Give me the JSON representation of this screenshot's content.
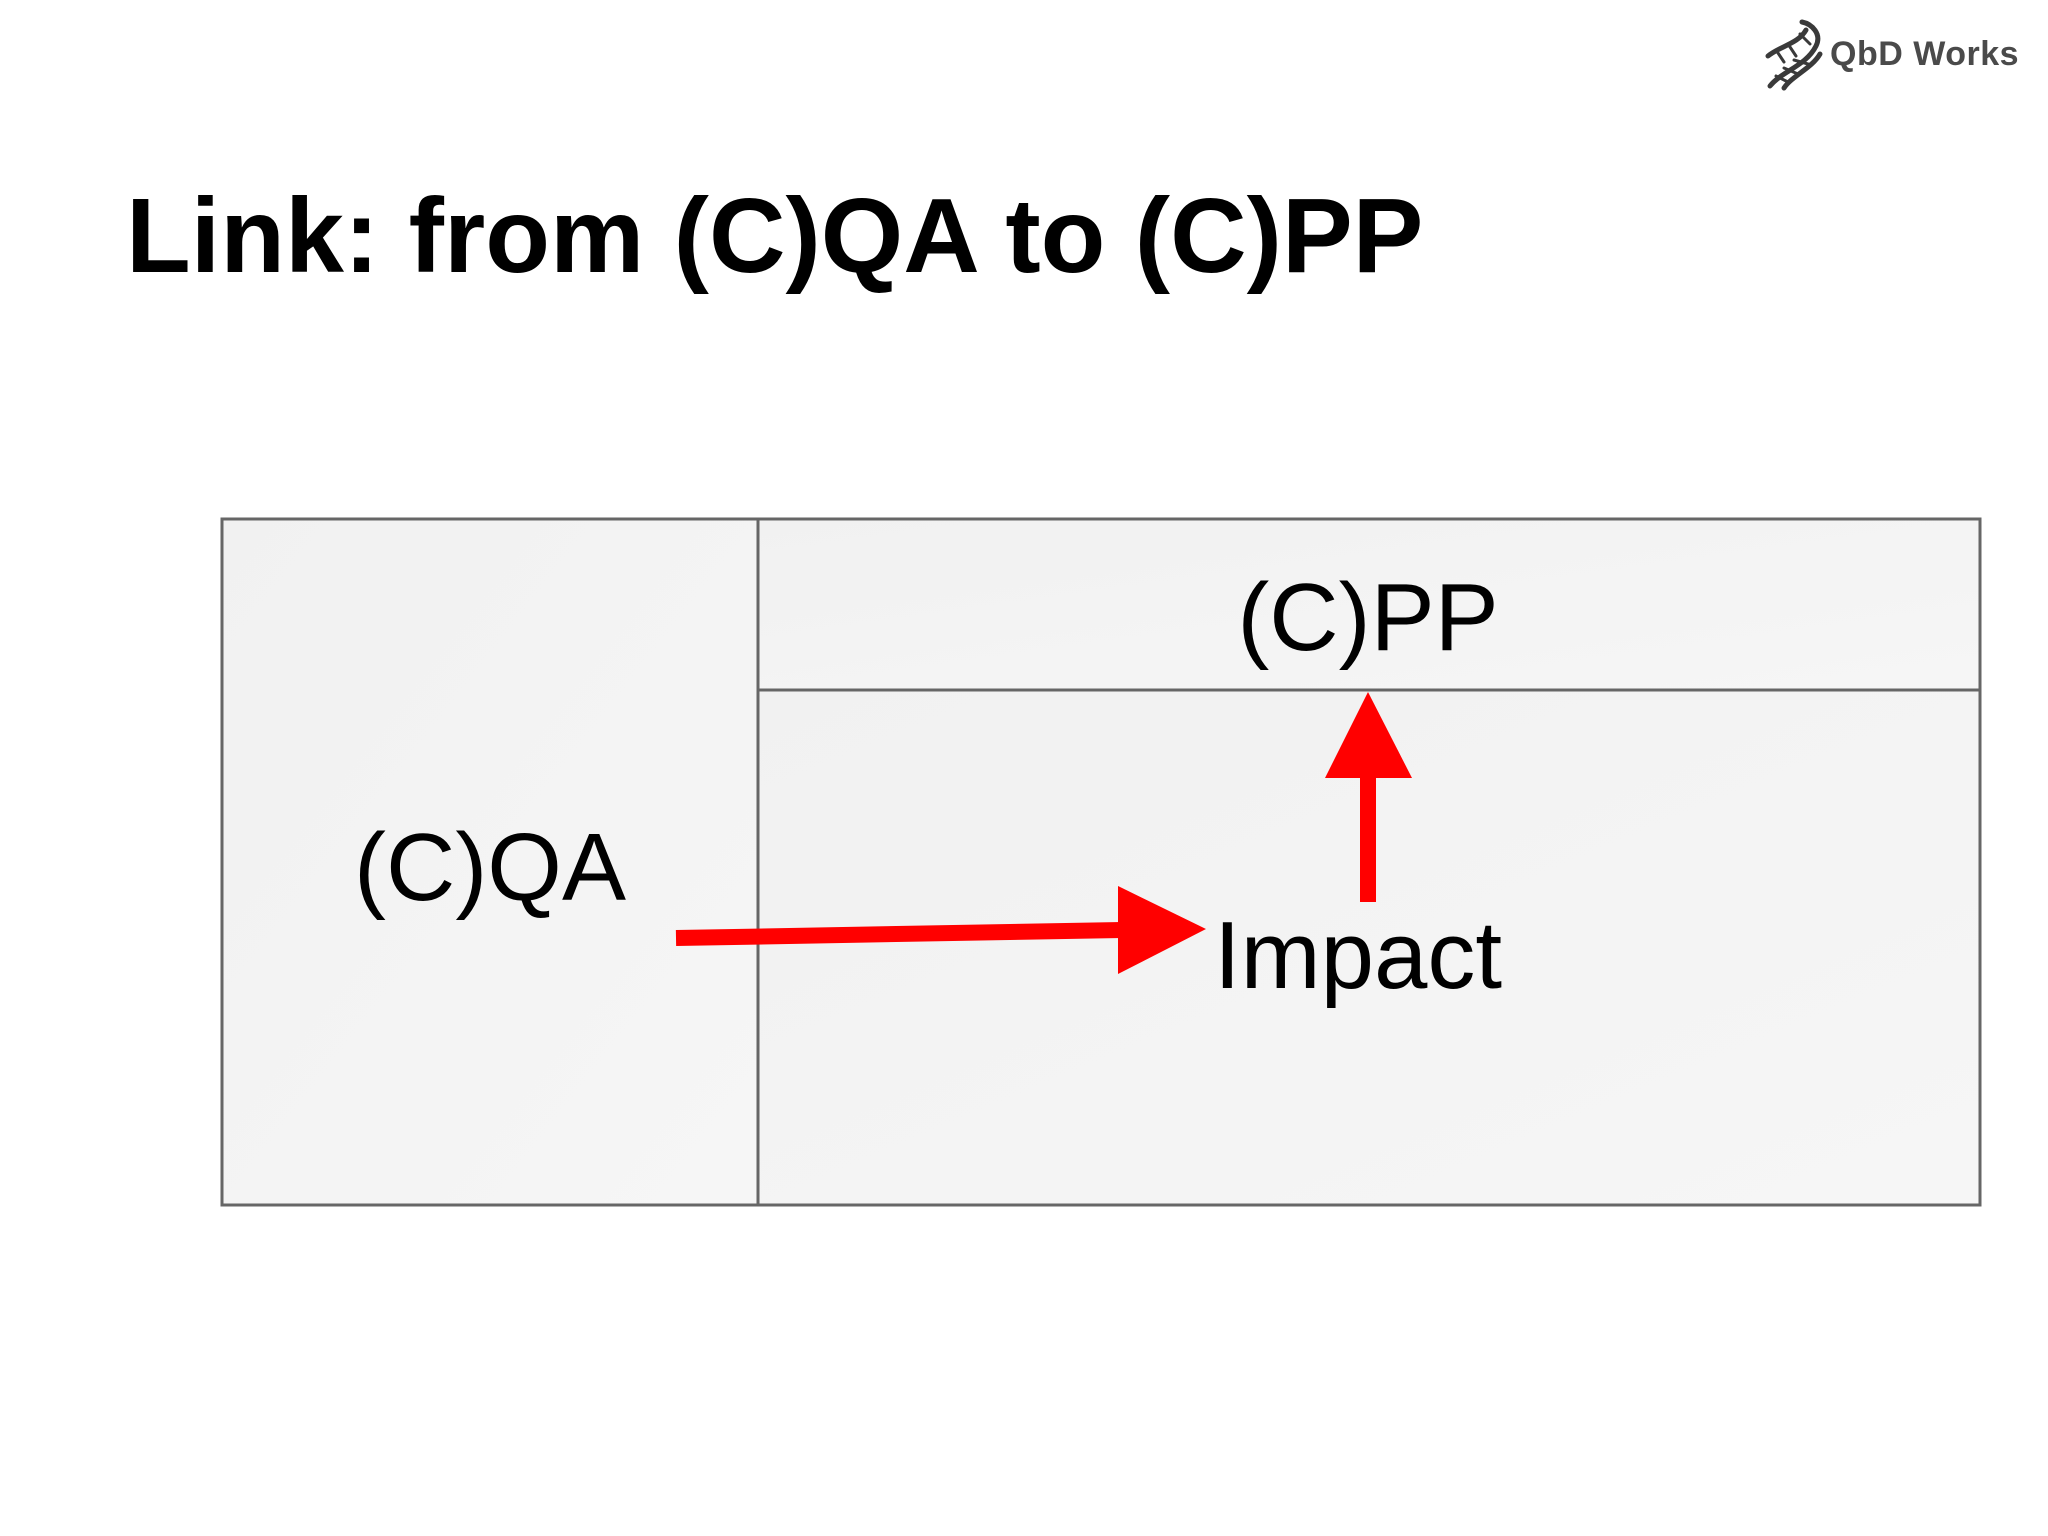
{
  "logo": {
    "text": "QbD Works",
    "icon": "dna-helix-icon"
  },
  "title": "Link: from (C)QA to (C)PP",
  "diagram": {
    "left_cell_label": "(C)QA",
    "top_right_cell_label": "(C)PP",
    "center_label": "Impact",
    "arrows": [
      {
        "from": "(C)QA",
        "to": "Impact",
        "color": "#ff0000"
      },
      {
        "from": "Impact",
        "to": "(C)PP",
        "color": "#ff0000"
      }
    ]
  },
  "colors": {
    "cell_fill": "#f2f2f2",
    "border": "#666666",
    "arrow": "#ff0000",
    "logo_text": "#4a4a4a"
  }
}
